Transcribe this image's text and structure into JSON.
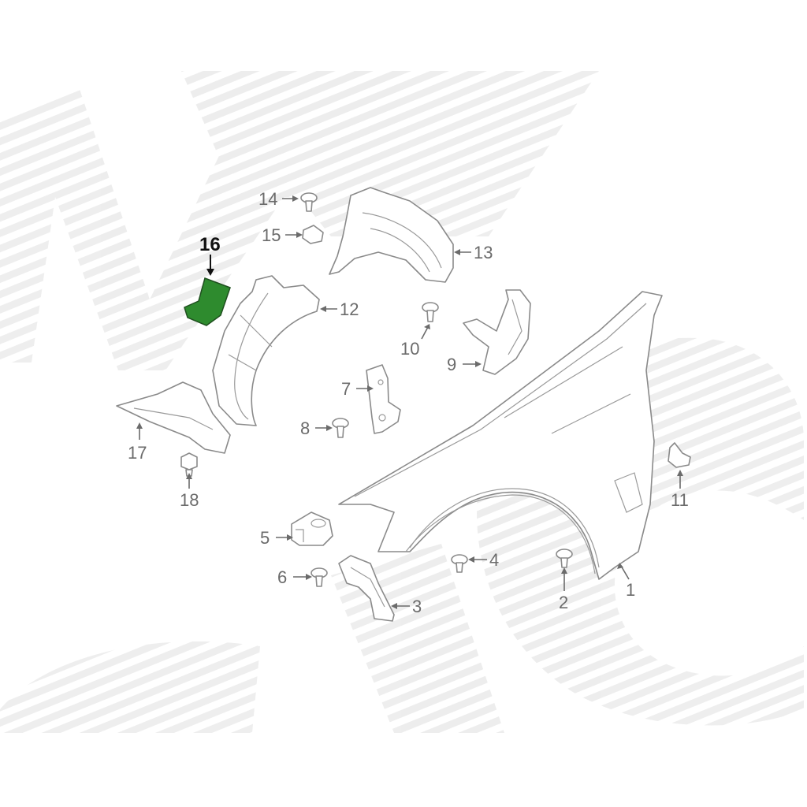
{
  "highlight_color": "#2e8b2e",
  "watermark": "NS",
  "labels": {
    "p1": "1",
    "p2": "2",
    "p3": "3",
    "p4": "4",
    "p5": "5",
    "p6": "6",
    "p7": "7",
    "p8": "8",
    "p9": "9",
    "p10": "10",
    "p11": "11",
    "p12": "12",
    "p13": "13",
    "p14": "14",
    "p15": "15",
    "p16": "16",
    "p17": "17",
    "p18": "18"
  },
  "highlighted_part": "16"
}
